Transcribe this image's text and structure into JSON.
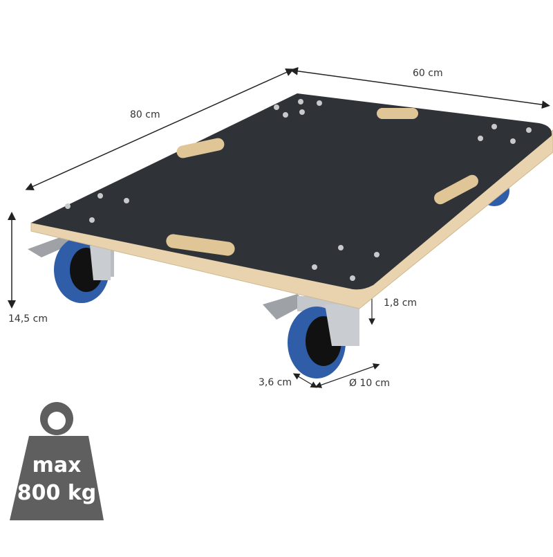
{
  "product": {
    "type": "wooden transport dolly with 4 swivel casters",
    "colors": {
      "board_top": "#2f3236",
      "board_edge": "#e8d3ae",
      "wheel": "#2f5da8",
      "caster_metal": "#b9bcc0",
      "weight_icon": "#5f5f5f"
    }
  },
  "dimensions": {
    "length": "80 cm",
    "width": "60 cm",
    "height": "14,5 cm",
    "board_thickness": "1,8 cm",
    "wheel_width": "3,6 cm",
    "wheel_diameter": "Ø 10 cm"
  },
  "load_badge": {
    "line1": "max",
    "line2": "800 kg"
  }
}
